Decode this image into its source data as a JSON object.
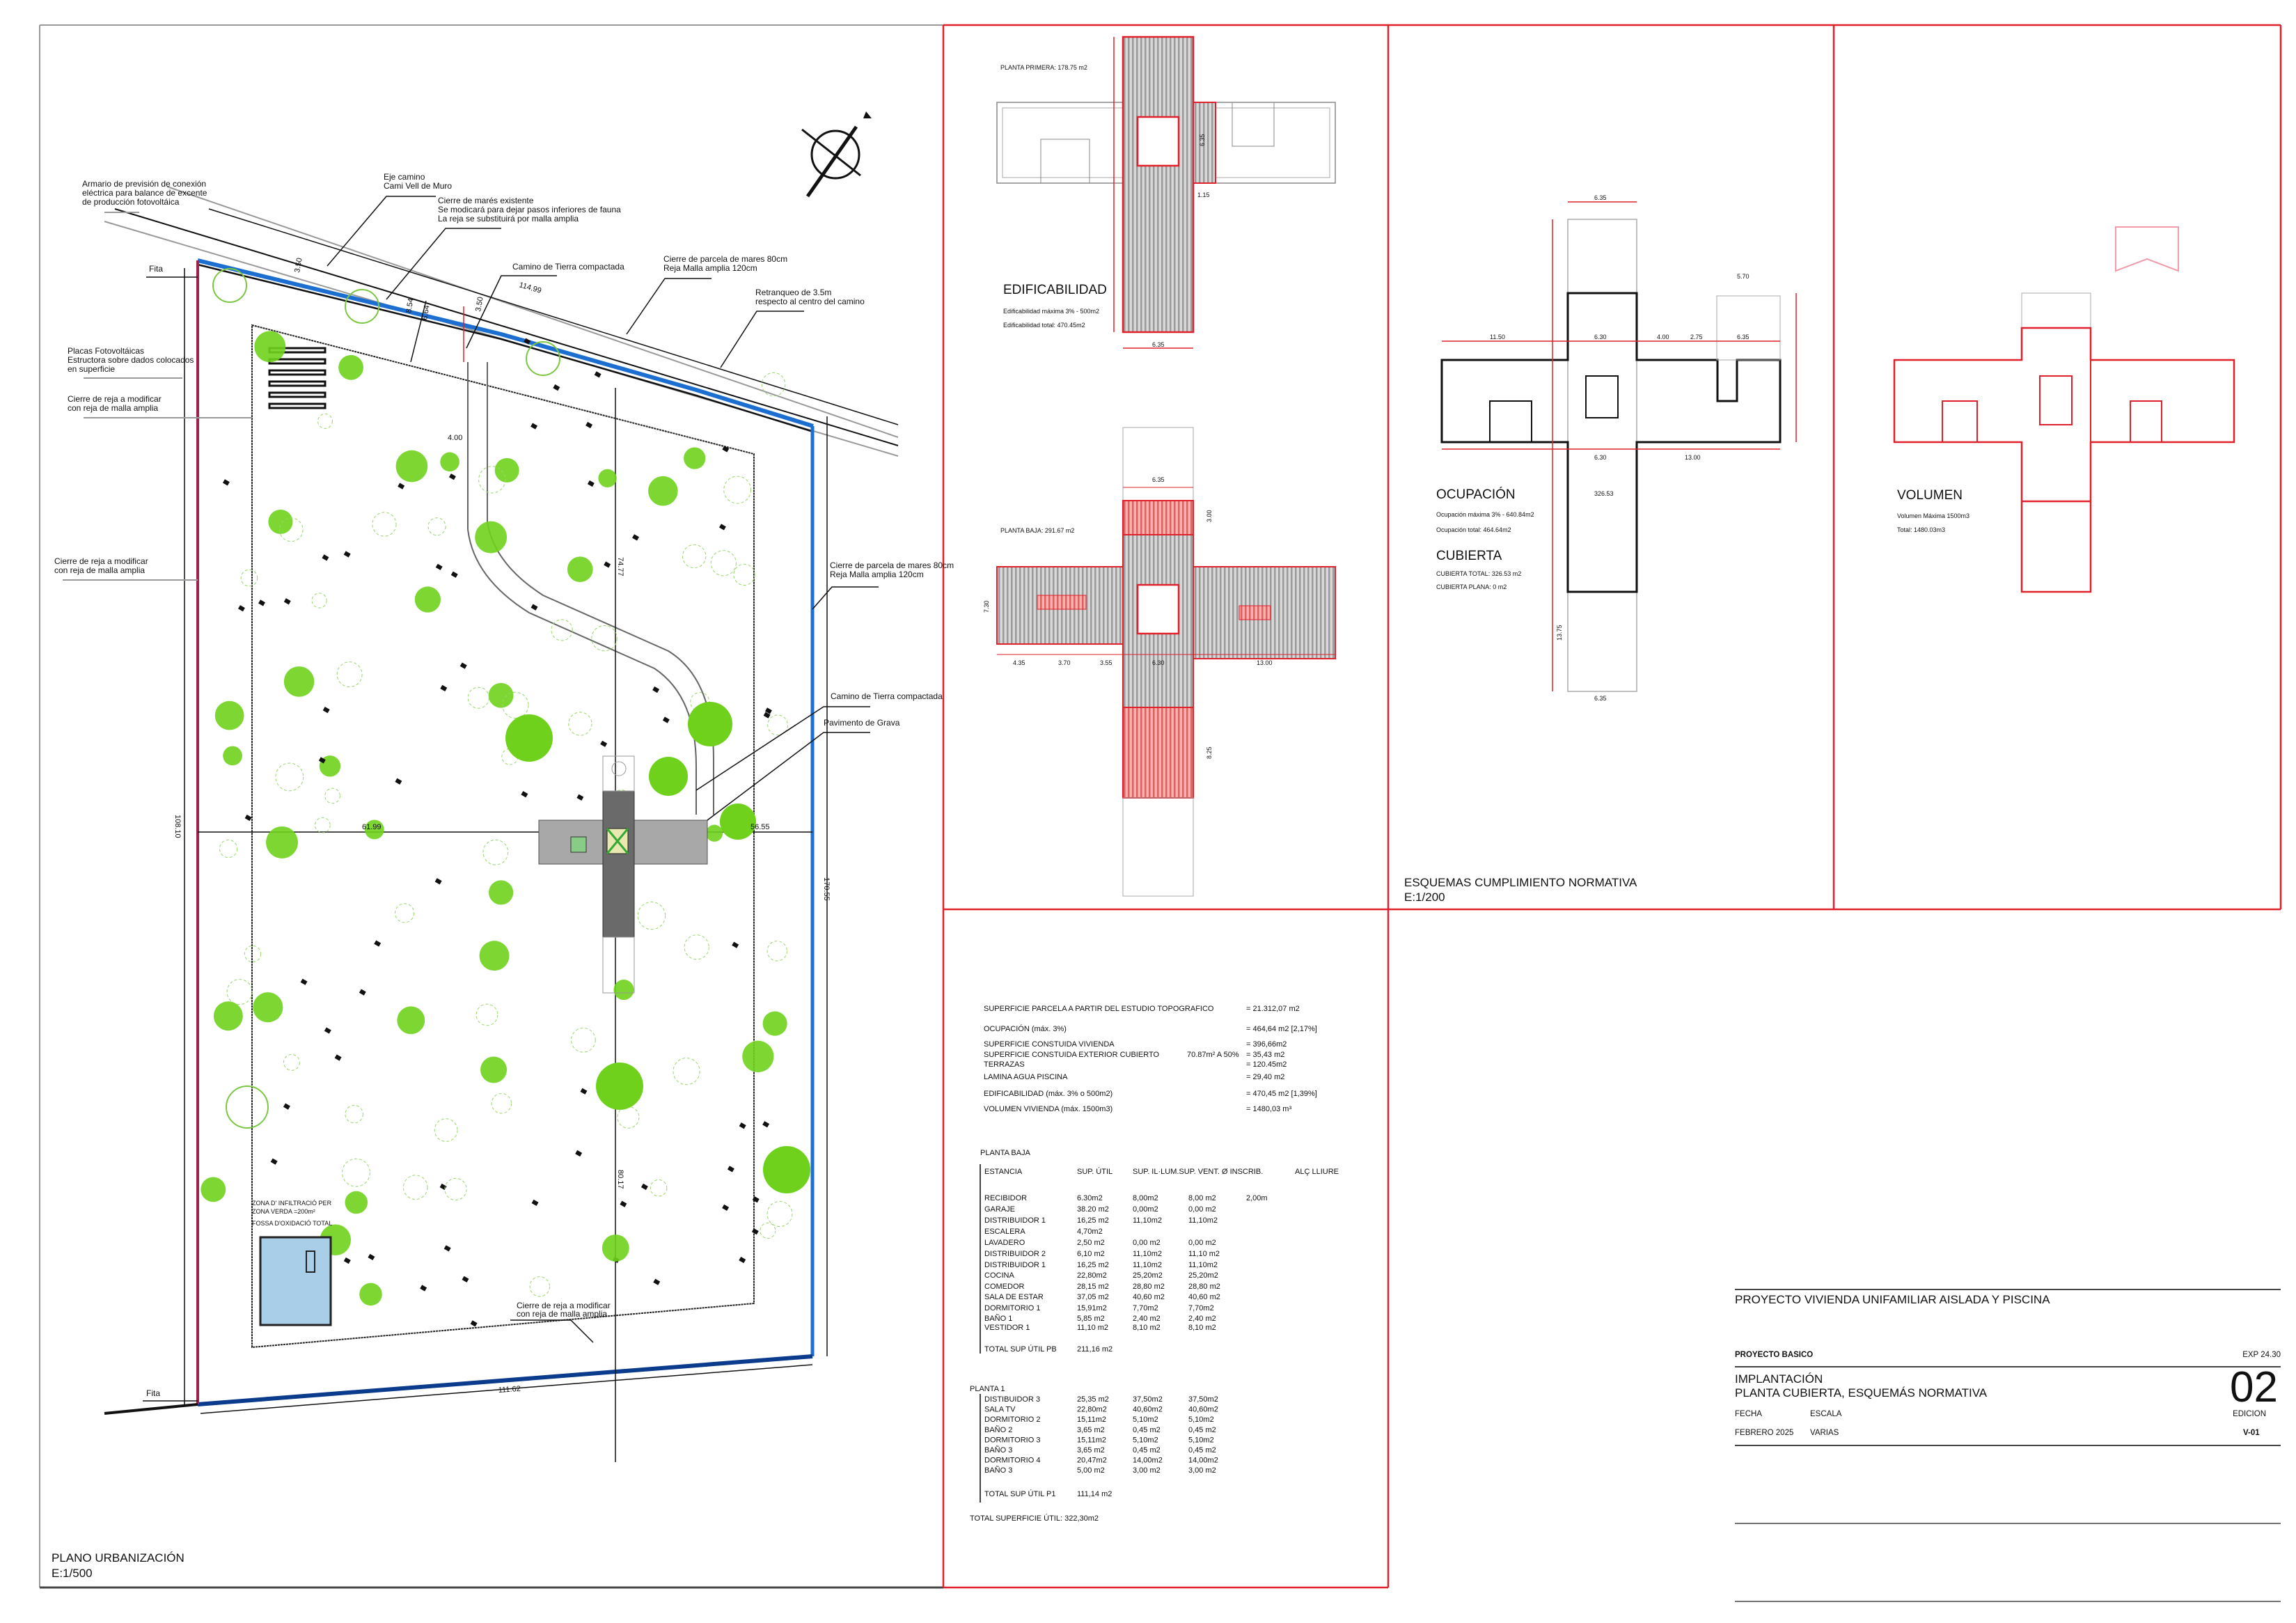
{
  "site_plan": {
    "title": "PLANO URBANIZACIÓN",
    "scale": "E:1/500",
    "labels": {
      "armario": [
        "Armario de previsión de conexión",
        "eléctrica para balance de excente",
        "de producción fotovoltáica"
      ],
      "eje_camino": [
        "Eje camino",
        "Cami Vell de Muro"
      ],
      "cierre_mares": [
        "Cierre de marés existente",
        "Se modicará para dejar pasos inferiores de fauna",
        "La reja se substituirá por malla amplia"
      ],
      "camino_tierra_top": "Camino de Tierra compactada",
      "cierre_parcela_top": [
        "Cierre de parcela de mares 80cm",
        "Reja Malla amplia 120cm"
      ],
      "retranqueo": [
        "Retranqueo de 3.5m",
        "respecto al centro del camino"
      ],
      "fita_top": "Fita",
      "fita_bottom": "Fita",
      "placas": [
        "Placas Fotovoltáicas",
        "Estructora sobre dados colocados",
        "en superficie"
      ],
      "cierre_reja_1": [
        "Cierre de reja a modificar",
        "con reja de malla amplia"
      ],
      "cierre_reja_2": [
        "Cierre de reja a modificar",
        "con reja de malla amplia"
      ],
      "cierre_parcela_right": [
        "Cierre de parcela de mares 80cm",
        "Reja Malla amplia 120cm"
      ],
      "camino_tierra_right": "Camino de Tierra compactada",
      "pavimento": "Pavimento de Grava",
      "zona_infiltracio": [
        "ZONA D' INFILTRACIÓ PER",
        "ZONA VERDA =200m²"
      ],
      "fossa": "FOSSA D'OXIDACIÓ TOTAL",
      "cierre_reja_bottom": [
        "Cierre de reja a modificar",
        "con reja de malla amplia"
      ]
    },
    "dimensions": {
      "d_11499": "114.99",
      "d_350a": "3.50",
      "d_854": "8.54",
      "d_664": "6.64",
      "d_350b": "3.50",
      "d_400": "4.00",
      "d_7477": "74.77",
      "d_6199": "61.99",
      "d_5655": "56.55",
      "d_17055": "170.55",
      "d_10810": "108.10",
      "d_8017": "80.17",
      "d_11162": "111.62"
    }
  },
  "schemes": {
    "title": "ESQUEMAS CUMPLIMIENTO NORMATIVA",
    "scale": "E:1/200",
    "edificabilidad": {
      "planta_primera": "PLANTA PRIMERA: 178.75 m2",
      "planta_baja": "PLANTA BAJA: 291.67 m2",
      "heading": "EDIFICABILIDAD",
      "maxima": "Edificabilidad máxima 3% - 500m2",
      "total": "Edificabilidad total: 470.45m2",
      "dims": [
        "6.35",
        "6.35",
        "1.15",
        "6.35",
        "4.35",
        "3.70",
        "3.55",
        "6.30",
        "13.00",
        "7.30",
        "8.25",
        "3.00"
      ]
    },
    "ocupacion": {
      "heading": "OCUPACIÓN",
      "maxima": "Ocupación máxima 3% - 640.84m2",
      "total": "Ocupación total: 464.64m2",
      "cubierta_heading": "CUBIERTA",
      "cubierta_total": "CUBIERTA TOTAL: 326.53    m2",
      "cubierta_plana": "CUBIERTA PLANA:  0 m2",
      "area_label": "326.53",
      "dims": [
        "6.35",
        "11.50",
        "6.30",
        "4.00",
        "2.75",
        "6.35",
        "5.70",
        "13.75",
        "6.30",
        "13.00",
        "6.35"
      ]
    },
    "volumen": {
      "heading": "VOLUMEN",
      "maxima": "Volumen Máxima 1500m3",
      "total": "Total: 1480.03m3"
    }
  },
  "areas": {
    "summary": [
      {
        "label": "SUPERFICIE PARCELA A PARTIR DEL ESTUDIO TOPOGRAFICO",
        "value": "= 21.312,07  m2"
      },
      {
        "label": "OCUPACIÓN (máx. 3%)",
        "value": "= 464,64 m2 [2,17%]"
      },
      {
        "label": "SUPERFICIE  CONSTUIDA VIVIENDA",
        "value": "= 396,66m2"
      },
      {
        "label": "SUPERFICIE CONSTUIDA  EXTERIOR CUBIERTO",
        "note": "70.87m² A 50%",
        "value": "= 35,43 m2"
      },
      {
        "label": "TERRAZAS",
        "value": "= 120.45m2"
      },
      {
        "label": "LAMINA  AGUA  PISCINA",
        "value": "= 29,40 m2"
      },
      {
        "label": "EDIFICABILIDAD (máx. 3% o 500m2)",
        "value": "= 470,45 m2 [1,39%]"
      },
      {
        "label": "VOLUMEN VIVIENDA (máx. 1500m3)",
        "value": "= 1480,03 m³"
      }
    ],
    "planta_baja": {
      "title": "PLANTA BAJA",
      "headers": [
        "ESTANCIA",
        "SUP. ÚTIL",
        "SUP. IL·LUM.SUP. VENT.  Ø INSCRIB.",
        "ALÇ LLIURE"
      ],
      "rows": [
        [
          "RECIBIDOR",
          "6.30m2",
          "8,00m2",
          "8,00 m2",
          "2,00m"
        ],
        [
          "GARAJE",
          "38.20 m2",
          "0,00m2",
          "0,00 m2",
          ""
        ],
        [
          "DISTRIBUIDOR 1",
          "16,25 m2",
          "11,10m2",
          "11,10m2",
          ""
        ],
        [
          "ESCALERA",
          "4,70m2",
          "",
          "",
          ""
        ],
        [
          "LAVADERO",
          "2,50 m2",
          "0,00 m2",
          "0,00 m2",
          ""
        ],
        [
          "DISTRIBUIDOR 2",
          "6,10 m2",
          "11,10m2",
          "11,10 m2",
          ""
        ],
        [
          "DISTRIBUIDOR 1",
          "16,25 m2",
          "11,10m2",
          "11,10m2",
          ""
        ],
        [
          "COCINA",
          "22,80m2",
          "25,20m2",
          "25,20m2",
          ""
        ],
        [
          "COMEDOR",
          "28,15 m2",
          "28,80 m2",
          "28,80 m2",
          ""
        ],
        [
          "SALA DE ESTAR",
          "37,05 m2",
          "40,60 m2",
          "40,60 m2",
          ""
        ],
        [
          "DORMITORIO 1",
          "15,91m2",
          "7,70m2",
          "7,70m2",
          ""
        ],
        [
          "BAÑO 1",
          "5,85 m2",
          "2,40 m2",
          "2,40 m2",
          ""
        ],
        [
          "VESTIDOR 1",
          "11,10 m2",
          "8,10 m2",
          "8,10 m2",
          ""
        ]
      ],
      "total_label": "TOTAL SUP ÚTIL PB",
      "total_value": "211,16 m2"
    },
    "planta_1": {
      "title": "PLANTA 1",
      "rows": [
        [
          "DISTIBUIDOR 3",
          "25,35 m2",
          "37,50m2",
          "37,50m2"
        ],
        [
          "SALA TV",
          "22,80m2",
          "40,60m2",
          "40,60m2"
        ],
        [
          "DORMITORIO 2",
          "15,11m2",
          "5,10m2",
          "5,10m2"
        ],
        [
          "BAÑO 2",
          "3,65 m2",
          "0,45 m2",
          "0,45 m2"
        ],
        [
          "DORMITORIO 3",
          "15,11m2",
          "5,10m2",
          "5,10m2"
        ],
        [
          "BAÑO 3",
          "3,65 m2",
          "0,45 m2",
          "0,45 m2"
        ],
        [
          "DORMITORIO 4",
          "20,47m2",
          "14,00m2",
          "14,00m2"
        ],
        [
          "BAÑO 3",
          "5,00  m2",
          "3,00 m2",
          "3,00 m2"
        ]
      ],
      "total_label": "TOTAL SUP ÚTIL P1",
      "total_value": "111,14 m2"
    },
    "grand_total": "TOTAL SUPERFICIE ÚTIL: 322,30m2"
  },
  "title_block": {
    "project": "PROYECTO  VIVIENDA UNIFAMILIAR AISLADA Y PISCINA",
    "phase": "PROYECTO BASICO",
    "expedient": "EXP 24.30",
    "sheet_title_1": "IMPLANTACIÓN",
    "sheet_title_2": "PLANTA  CUBIERTA,  ESQUEMÁS  NORMATIVA",
    "sheet_number": "02",
    "fecha_label": "FECHA",
    "escala_label": "ESCALA",
    "edicion_label": "EDICION",
    "fecha": "FEBRERO 2025",
    "escala": "VARIAS",
    "edicion": "V-01"
  },
  "colors": {
    "frame": "#e0202a",
    "fence": "#1c6fd1",
    "tree": "#6fd11c",
    "hatch": "#a9a9a9"
  }
}
